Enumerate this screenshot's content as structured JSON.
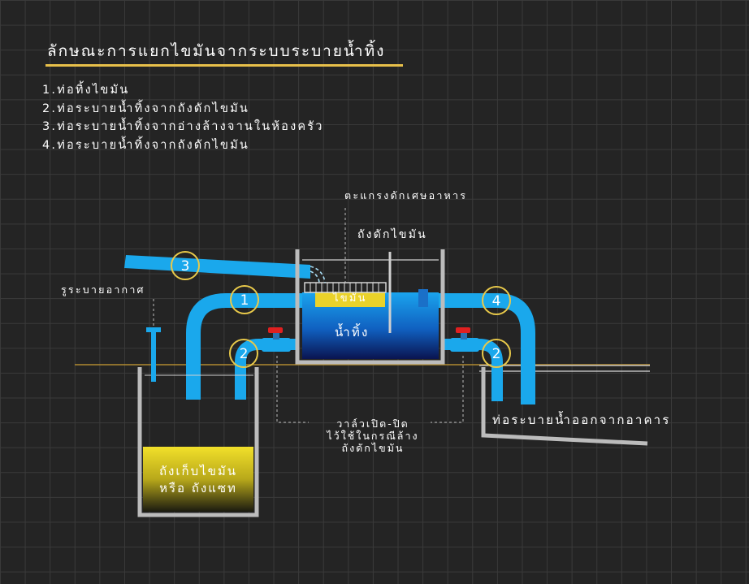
{
  "title": "ลักษณะการแยกไขมันจากระบบระบายน้ำทิ้ง",
  "legend": [
    "1.ท่อทิ้งไขมัน",
    "2.ท่อระบายน้ำทิ้งจากถังดักไขมัน",
    "3.ท่อระบายน้ำทิ้งจากอ่างล้างจานในห้องครัว",
    "4.ท่อระบายน้ำทิ้งจากถังดักไขมัน"
  ],
  "labels": {
    "screen": "ตะแกรงดักเศษอาหาร",
    "grease_tank": "ถังดักไขมัน",
    "grease_layer": "ไขมัน",
    "waste_water": "น้ำทิ้ง",
    "vent": "รูระบายอากาศ",
    "valve_line1": "วาล์วเปิด-ปิด",
    "valve_line2": "ไว้ใช้ในกรณีล้าง",
    "valve_line3": "ถังดักไขมัน",
    "outlet": "ท่อระบายน้ำออกจากอาคาร",
    "storage_line1": "ถังเก็บไขมัน",
    "storage_line2": "หรือ ถังแซท"
  },
  "markers": {
    "m1": "1",
    "m2_left": "2",
    "m3": "3",
    "m4": "4",
    "m2_right": "2"
  },
  "colors": {
    "pipe": "#1aa8ec",
    "marker": "#e8c94a",
    "grease": "#e8d22a",
    "water_top": "#1a9ee8",
    "water_bottom": "#0b1a5c",
    "valve": "#e02020",
    "tank_wall": "#b8b8b8",
    "ground": "#c9a23c"
  }
}
